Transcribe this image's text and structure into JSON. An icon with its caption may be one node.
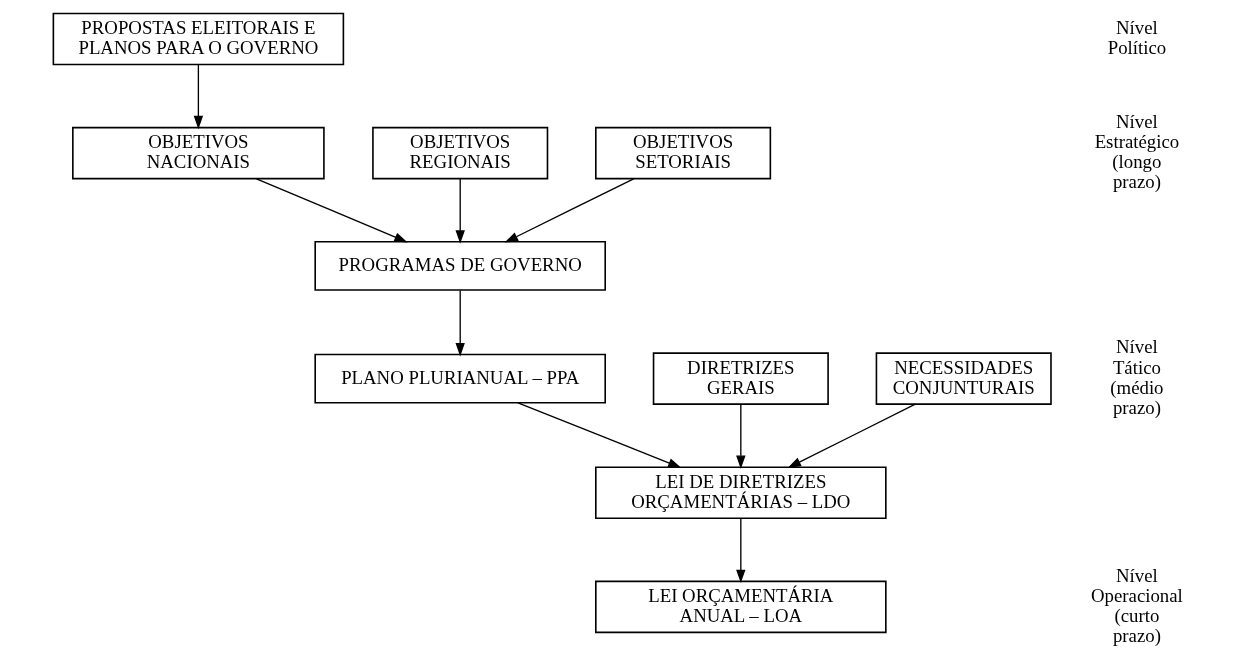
{
  "diagram": {
    "nodes": [
      {
        "text": [
          "PROPOSTAS ELEITORAIS E PLANOS PARA O GOVERNO"
        ]
      },
      {
        "text": [
          "OBJETIVOS SETORIAIS"
        ]
      },
      {
        "text": [
          "OBJETIVOS NACIONAIS"
        ]
      },
      {
        "text": [
          "OBJETIVOS REGIONAIS"
        ]
      },
      {
        "text": [
          "PROGRAMAS DE GOVERNO"
        ]
      },
      {
        "text": [
          "PLANO PLURIANUAL – PPA"
        ]
      },
      {
        "text": [
          "NECESSIDADES CONJUNTURAIS"
        ]
      },
      {
        "text": [
          "DIRETRIZES GERAIS"
        ]
      },
      {
        "text": [
          "LEI DE DIRETRIZES ORÇAMENTÁRIAS – LDO"
        ]
      },
      {
        "text": [
          "LEI ORÇAMENTÁRIA ANUAL – LOA"
        ]
      }
    ],
    "edges": [
      {
        "from": 0,
        "to": 2,
        "arrow": "to"
      },
      {
        "from": 1,
        "to": 4,
        "arrow": "to"
      },
      {
        "from": 2,
        "to": 4,
        "arrow": "to"
      },
      {
        "from": 3,
        "to": 4,
        "arrow": "to"
      },
      {
        "from": 4,
        "to": 5,
        "arrow": "to"
      },
      {
        "from": 5,
        "to": 8,
        "arrow": "to"
      },
      {
        "from": 6,
        "to": 8,
        "arrow": "to"
      },
      {
        "from": 7,
        "to": 8,
        "arrow": "to"
      },
      {
        "from": 8,
        "to": 9,
        "arrow": "to"
      }
    ],
    "labels": [
      "Nível Político",
      "Nível Estratégico (longo prazo)",
      "Nível Tático (médio prazo)",
      "Nível Operacional (curto prazo)"
    ]
  }
}
